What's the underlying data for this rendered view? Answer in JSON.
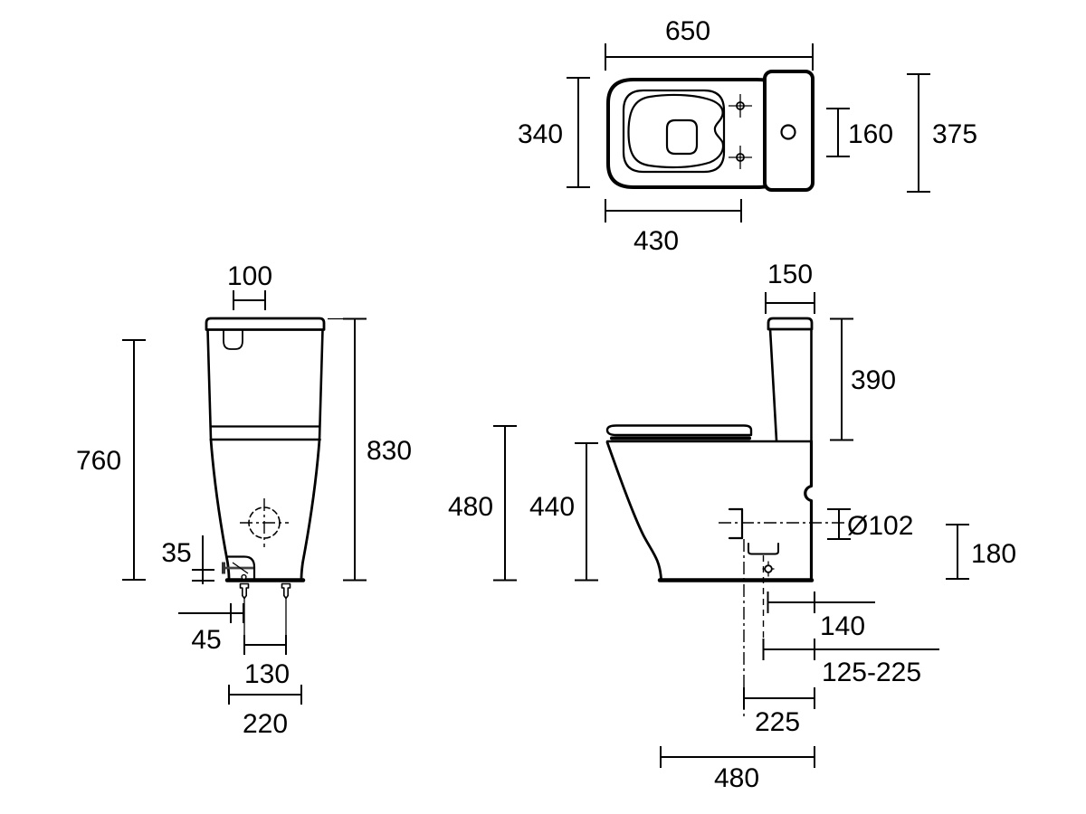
{
  "colors": {
    "line": "#000000",
    "background": "#ffffff",
    "hardware": "#333333"
  },
  "views": {
    "top": {
      "dims": [
        {
          "id": "overall-length",
          "label": "650"
        },
        {
          "id": "seat-width",
          "label": "340"
        },
        {
          "id": "inlet-offset",
          "label": "160"
        },
        {
          "id": "overall-width",
          "label": "375"
        },
        {
          "id": "seat-length",
          "label": "430"
        }
      ]
    },
    "front": {
      "dims": [
        {
          "id": "lid-detail-width",
          "label": "100"
        },
        {
          "id": "height-to-cistern-body",
          "label": "760"
        },
        {
          "id": "overall-height",
          "label": "830"
        },
        {
          "id": "fixing-height",
          "label": "35"
        },
        {
          "id": "fixing-edge-offset",
          "label": "45"
        },
        {
          "id": "fixing-centres",
          "label": "130"
        },
        {
          "id": "base-width",
          "label": "220"
        }
      ]
    },
    "side": {
      "dims": [
        {
          "id": "cistern-depth",
          "label": "150"
        },
        {
          "id": "cistern-height",
          "label": "390"
        },
        {
          "id": "seat-height",
          "label": "480"
        },
        {
          "id": "pan-height",
          "label": "440"
        },
        {
          "id": "outlet-diameter",
          "label": "Ø102"
        },
        {
          "id": "outlet-centre-height",
          "label": "180"
        },
        {
          "id": "outlet-to-back",
          "label": "140"
        },
        {
          "id": "outlet-adjust-range",
          "label": "125-225"
        },
        {
          "id": "outlet-setback",
          "label": "225"
        },
        {
          "id": "base-depth",
          "label": "480"
        }
      ]
    }
  }
}
